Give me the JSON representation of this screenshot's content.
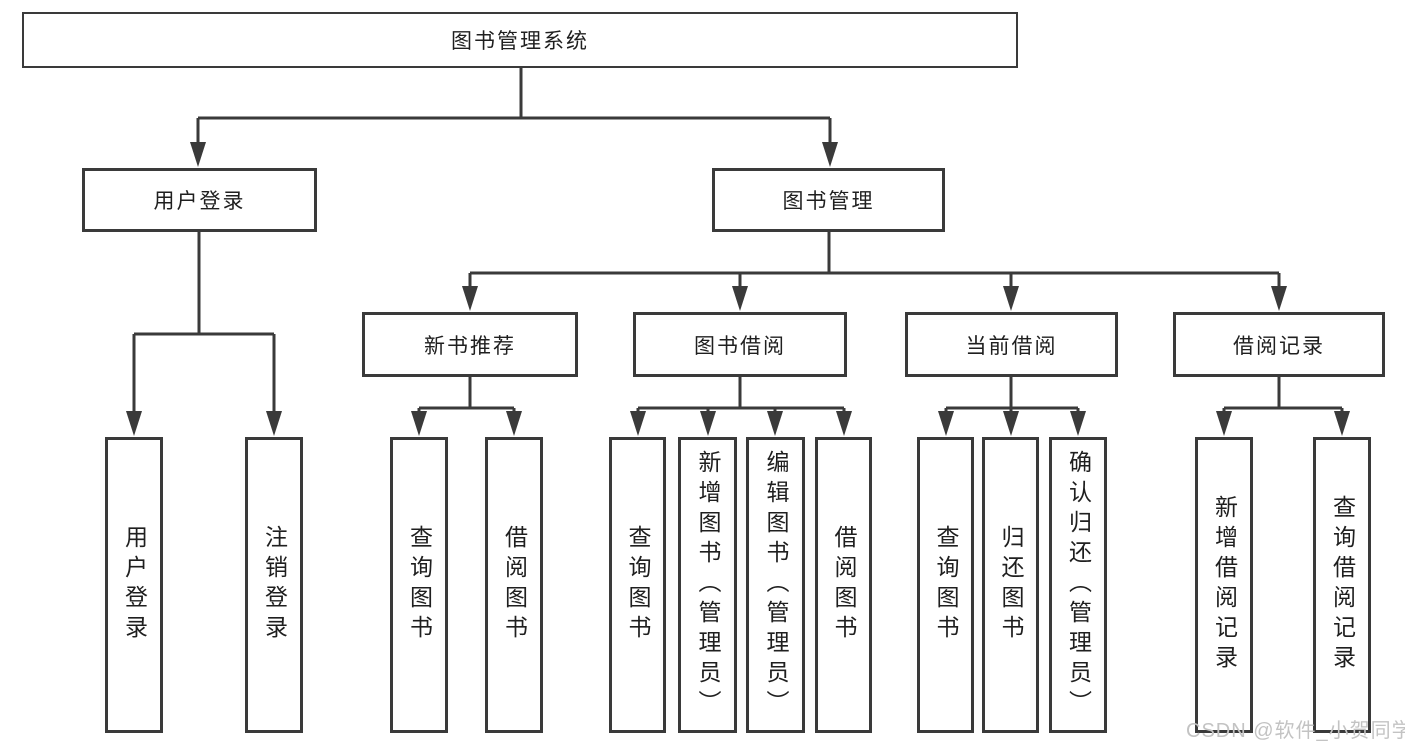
{
  "root": {
    "label": "图书管理系统",
    "children": [
      {
        "label": "用户登录",
        "children": [
          {
            "label": "用户登录"
          },
          {
            "label": "注销登录"
          }
        ]
      },
      {
        "label": "图书管理",
        "children": [
          {
            "label": "新书推荐",
            "children": [
              {
                "label": "查询图书"
              },
              {
                "label": "借阅图书"
              }
            ]
          },
          {
            "label": "图书借阅",
            "children": [
              {
                "label": "查询图书"
              },
              {
                "label": "新增图书（管理员）"
              },
              {
                "label": "编辑图书（管理员）"
              },
              {
                "label": "借阅图书"
              }
            ]
          },
          {
            "label": "当前借阅",
            "children": [
              {
                "label": "查询图书"
              },
              {
                "label": "归还图书"
              },
              {
                "label": "确认归还（管理员）"
              }
            ]
          },
          {
            "label": "借阅记录",
            "children": [
              {
                "label": "新增借阅记录"
              },
              {
                "label": "查询借阅记录"
              }
            ]
          }
        ]
      }
    ]
  },
  "watermark": "CSDN @软件_小贺同学",
  "colors": {
    "line": "#3a3a3a",
    "box_border": "#3a3a3a",
    "text": "#1f1f1f",
    "background": "#ffffff",
    "watermark": "#c3c3c3"
  }
}
